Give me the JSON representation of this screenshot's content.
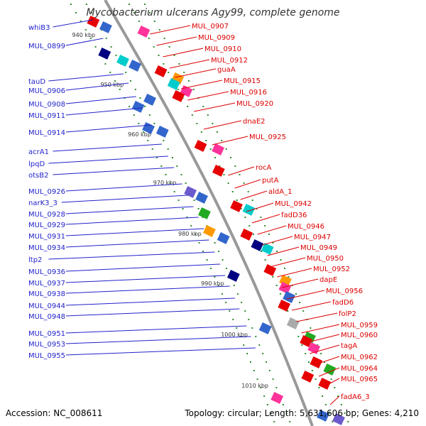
{
  "title": "Mycobacterium ulcerans Agy99, complete genome",
  "footer": {
    "accession": "Accession: NC_008611",
    "summary": "Topology: circular; Length: 5,631,606 bp; Genes: 4,210"
  },
  "colors": {
    "backbone": "#999999",
    "tick": "#2e8b2e",
    "left_labels": "#2222cc",
    "right_labels": "#dd0000",
    "kbp_text": "#333333"
  },
  "kbp_ticks": [
    "940 kbp",
    "950 kbp",
    "960 kbp",
    "970 kbp",
    "980 kbp",
    "990 kbp",
    "1000 kbp",
    "1010 kbp"
  ],
  "left_labels": [
    "whiB3",
    "MUL_0899",
    "tauD",
    "MUL_0906",
    "MUL_0908",
    "MUL_0911",
    "MUL_0914",
    "acrA1",
    "lpqD",
    "otsB2",
    "MUL_0926",
    "narK3_3",
    "MUL_0928",
    "MUL_0929",
    "MUL_0931",
    "MUL_0934",
    "ltp2",
    "MUL_0936",
    "MUL_0937",
    "MUL_0938",
    "MUL_0944",
    "MUL_0948",
    "MUL_0951",
    "MUL_0953",
    "MUL_0955"
  ],
  "right_labels": [
    "MUL_0907",
    "MUL_0909",
    "MUL_0910",
    "MUL_0912",
    "guaA",
    "MUL_0915",
    "MUL_0916",
    "MUL_0920",
    "dnaE2",
    "MUL_0925",
    "rocA",
    "putA",
    "aldA_1",
    "MUL_0942",
    "fadD36",
    "MUL_0946",
    "MUL_0947",
    "MUL_0949",
    "MUL_0950",
    "MUL_0952",
    "dapE",
    "MUL_0956",
    "fadD6",
    "folP2",
    "MUL_0959",
    "MUL_0960",
    "tagA",
    "MUL_0962",
    "MUL_0964",
    "MUL_0965",
    "fadA6_3"
  ]
}
